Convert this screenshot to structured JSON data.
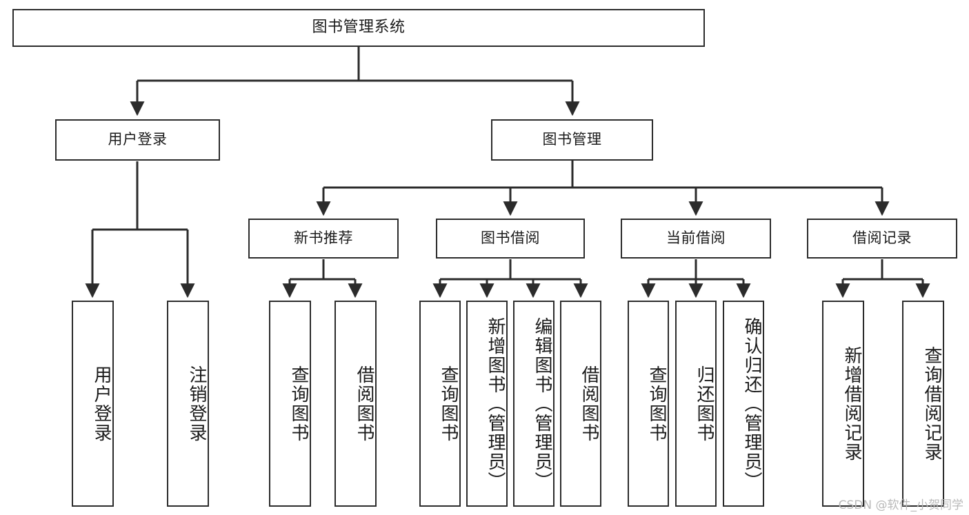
{
  "diagram": {
    "type": "tree",
    "title": "图书管理系统",
    "watermark": "CSDN @软件_小贺同学",
    "colors": {
      "stroke": "#2b2b2b",
      "fill": "#ffffff",
      "text": "#1a1a1a",
      "watermark": "#b9b9b9"
    },
    "nodes": {
      "root": {
        "label": "图书管理系统"
      },
      "level2": [
        {
          "id": "user_login",
          "label": "用户登录"
        },
        {
          "id": "book_manage",
          "label": "图书管理"
        }
      ],
      "level3": [
        {
          "id": "new_book_rec",
          "label": "新书推荐"
        },
        {
          "id": "book_borrow",
          "label": "图书借阅"
        },
        {
          "id": "current_borrow",
          "label": "当前借阅"
        },
        {
          "id": "borrow_record",
          "label": "借阅记录"
        }
      ],
      "leaves": [
        {
          "id": "leaf_user_login",
          "label": "用户登录"
        },
        {
          "id": "leaf_user_logout",
          "label": "注销登录"
        },
        {
          "id": "leaf_query_book_1",
          "label": "查询图书"
        },
        {
          "id": "leaf_borrow_book_1",
          "label": "借阅图书"
        },
        {
          "id": "leaf_query_book_2",
          "label": "查询图书"
        },
        {
          "id": "leaf_add_book",
          "label": "新增图书（管理员）"
        },
        {
          "id": "leaf_edit_book",
          "label": "编辑图书（管理员）"
        },
        {
          "id": "leaf_borrow_book_2",
          "label": "借阅图书"
        },
        {
          "id": "leaf_query_book_3",
          "label": "查询图书"
        },
        {
          "id": "leaf_return_book",
          "label": "归还图书"
        },
        {
          "id": "leaf_confirm_return",
          "label": "确认归还（管理员）"
        },
        {
          "id": "leaf_add_record",
          "label": "新增借阅记录"
        },
        {
          "id": "leaf_query_record",
          "label": "查询借阅记录"
        }
      ]
    }
  }
}
